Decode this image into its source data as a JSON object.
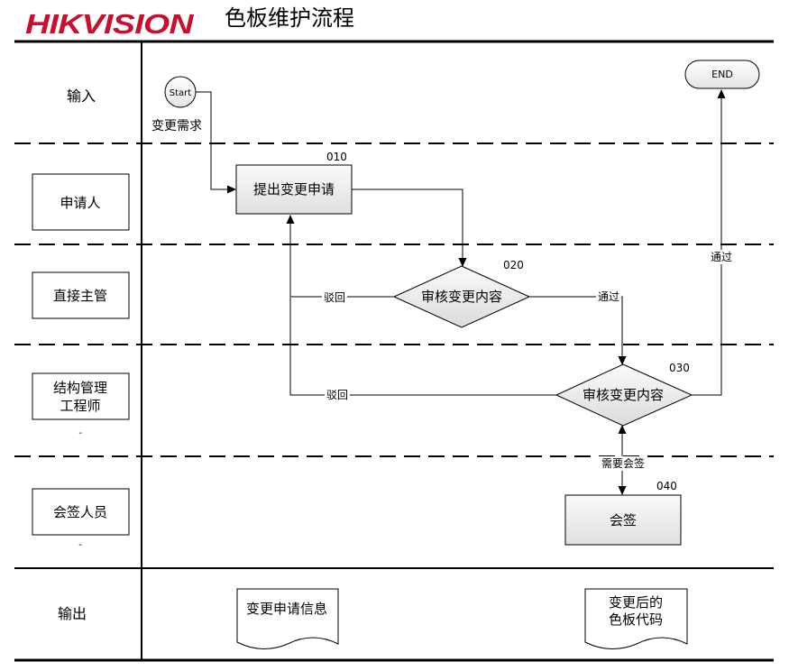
{
  "header": {
    "logo": "HIKVISION",
    "title": "色板维护流程"
  },
  "lanes": {
    "input": "输入",
    "applicant": "申请人",
    "supervisor": "直接主管",
    "engineer_line1": "结构管理",
    "engineer_line2": "工程师",
    "countersign": "会签人员",
    "output": "输出",
    "dash_mark": "-"
  },
  "nodes": {
    "start": "Start",
    "end": "END",
    "n010_id": "010",
    "n010_label": "提出变更申请",
    "n020_id": "020",
    "n020_label": "审核变更内容",
    "n030_id": "030",
    "n030_label": "审核变更内容",
    "n040_id": "040",
    "n040_label": "会签"
  },
  "edges": {
    "change_request": "变更需求",
    "reject_020": "驳回",
    "pass_020": "通过",
    "reject_030": "驳回",
    "pass_030": "通过",
    "need_countersign": "需要会签"
  },
  "outputs": {
    "doc1": "变更申请信息",
    "doc2_line1": "变更后的",
    "doc2_line2": "色板代码"
  },
  "colors": {
    "brand_red": "#c8102e",
    "shape_fill_light": "#f6f6f6",
    "shape_fill_dark": "#dedede",
    "line": "#000000"
  }
}
